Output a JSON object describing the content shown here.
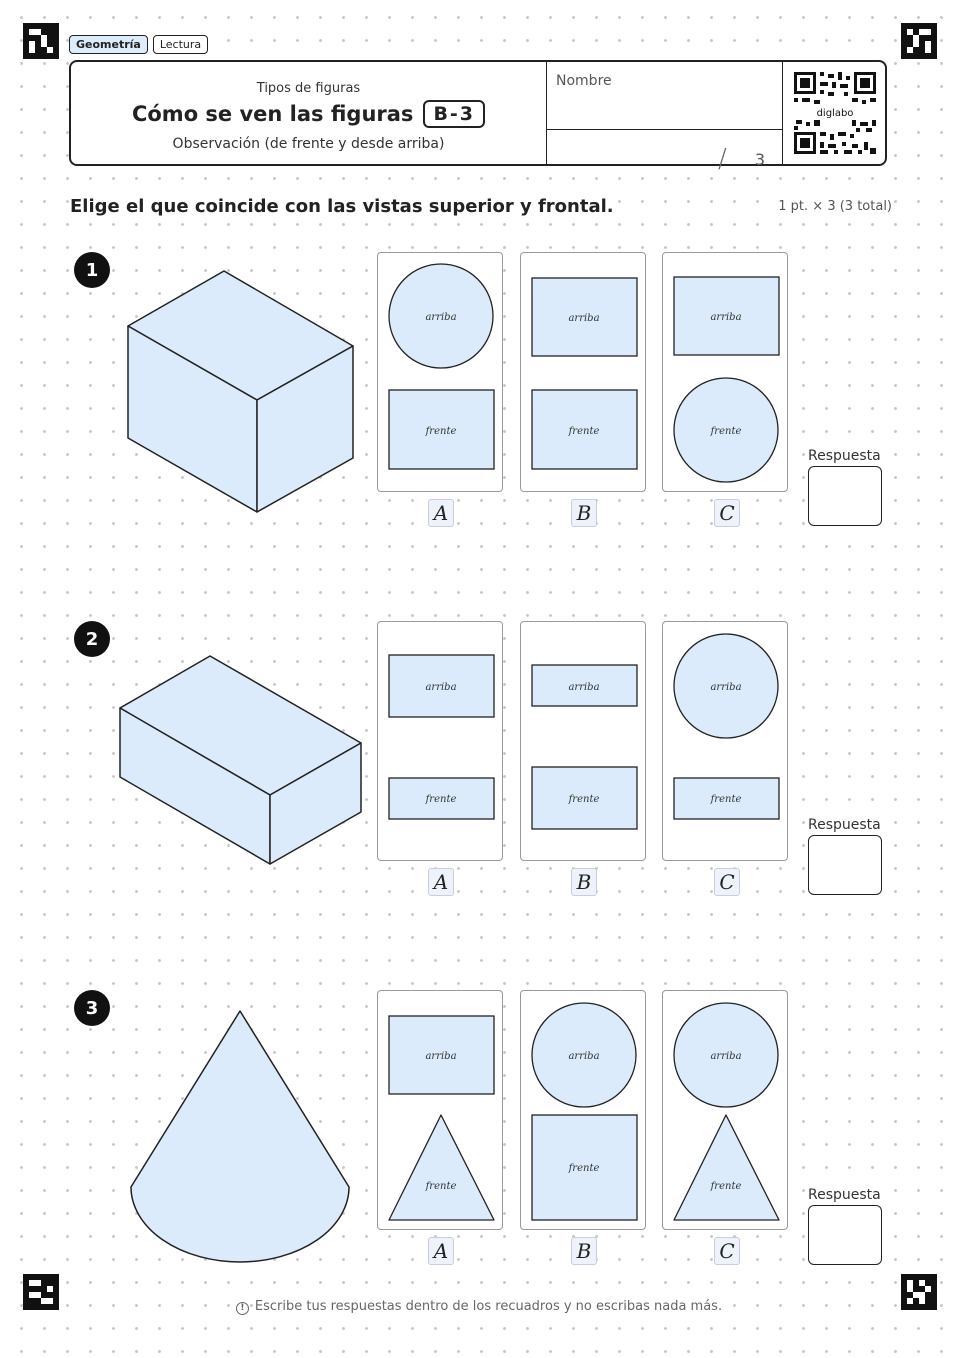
{
  "tags": [
    "Geometría",
    "Lectura"
  ],
  "header": {
    "subtitle": "Tipos de figuras",
    "title": "Cómo se ven las figuras",
    "code": "B-3",
    "description": "Observación (de frente y desde arriba)",
    "name_label": "Nombre",
    "score_slash": "/",
    "score_total": "3",
    "qr_text": "diglabo"
  },
  "instruction": "Elige el que coincide con las vistas superior y frontal.",
  "points": "1 pt. × 3 (3 total)",
  "view_labels": {
    "top": "arriba",
    "front": "frente"
  },
  "answer_label": "Respuesta",
  "questions": [
    {
      "number": "1",
      "shape": "cube",
      "options": [
        {
          "letter": "A",
          "top": "circle",
          "front": "rectangle"
        },
        {
          "letter": "B",
          "top": "rectangle",
          "front": "rectangle"
        },
        {
          "letter": "C",
          "top": "rectangle",
          "front": "circle"
        }
      ]
    },
    {
      "number": "2",
      "shape": "rectangular-prism",
      "options": [
        {
          "letter": "A",
          "top": "rectangle",
          "front": "thin-rectangle"
        },
        {
          "letter": "B",
          "top": "thin-rectangle",
          "front": "rectangle"
        },
        {
          "letter": "C",
          "top": "circle",
          "front": "thin-rectangle"
        }
      ]
    },
    {
      "number": "3",
      "shape": "cone",
      "options": [
        {
          "letter": "A",
          "top": "rectangle",
          "front": "triangle"
        },
        {
          "letter": "B",
          "top": "circle",
          "front": "square"
        },
        {
          "letter": "C",
          "top": "circle",
          "front": "triangle"
        }
      ]
    }
  ],
  "footer": "Escribe tus respuestas dentro de los recuadros y no escribas nada más.",
  "colors": {
    "fill": "#dcebfb",
    "stroke": "#222222",
    "dots": "#c9c9c9"
  }
}
